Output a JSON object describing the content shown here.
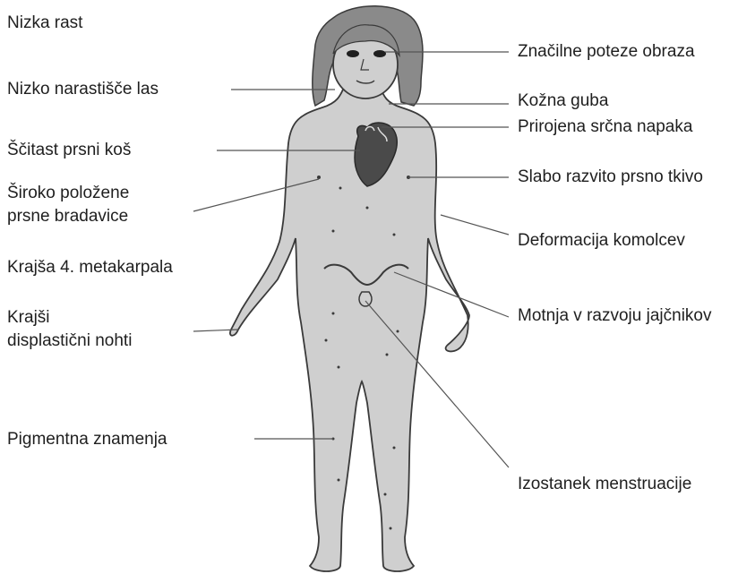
{
  "colors": {
    "skin": "#cfcfcf",
    "outline": "#3a3a3a",
    "hair": "#8a8a8a",
    "heart": "#4a4a4a",
    "leader_line": "#555555",
    "text": "#1f1f1f"
  },
  "labels_left": {
    "short_stature": "Nizka rast",
    "low_hairline": "Nizko narastišče las",
    "shield_chest": "Ščitast prsni koš",
    "wide_nipples_line1": "Široko položene",
    "wide_nipples_line2": "prsne bradavice",
    "short_metacarpal": "Krajša 4.  metakarpala",
    "nails_line1": "Krajši",
    "nails_line2": "displastični nohti",
    "pigment_nevi": "Pigmentna znamenja"
  },
  "labels_right": {
    "facial_features": "Značilne poteze obraza",
    "skin_fold": "Kožna guba",
    "heart_defect": "Prirojena srčna napaka",
    "breast_tissue": "Slabo razvito prsno tkivo",
    "cubitus": "Deformacija komolcev",
    "ovarian": "Motnja v razvoju jajčnikov",
    "amenorrhea": "Izostanek menstruacije"
  }
}
